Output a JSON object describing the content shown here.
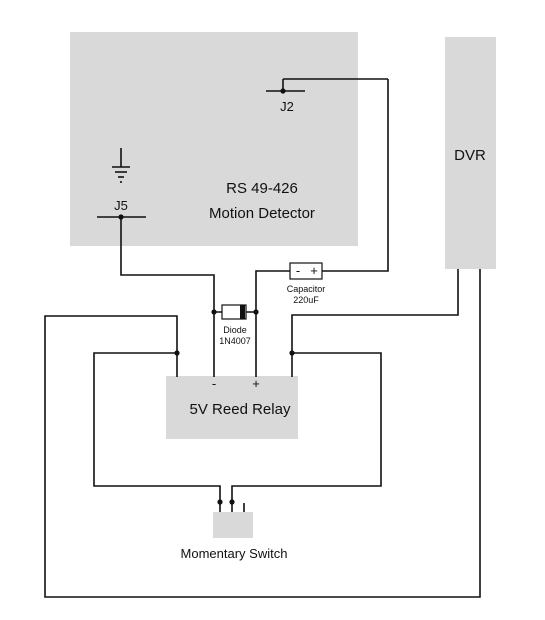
{
  "colors": {
    "block_fill": "#d9d9d9",
    "wire": "#111111",
    "background": "#ffffff"
  },
  "motion_detector": {
    "model": "RS 49-426",
    "name": "Motion Detector",
    "connector_top": "J2",
    "connector_left": "J5"
  },
  "dvr": {
    "label": "DVR"
  },
  "capacitor": {
    "name": "Capacitor",
    "value": "220uF",
    "neg_symbol": "-",
    "pos_symbol": "+"
  },
  "diode": {
    "name": "Diode",
    "part": "1N4007"
  },
  "relay": {
    "label": "5V Reed Relay",
    "neg_symbol": "-",
    "pos_symbol": "+"
  },
  "switch": {
    "label": "Momentary Switch"
  },
  "icons": [
    "ground-icon",
    "capacitor-icon",
    "diode-icon"
  ]
}
